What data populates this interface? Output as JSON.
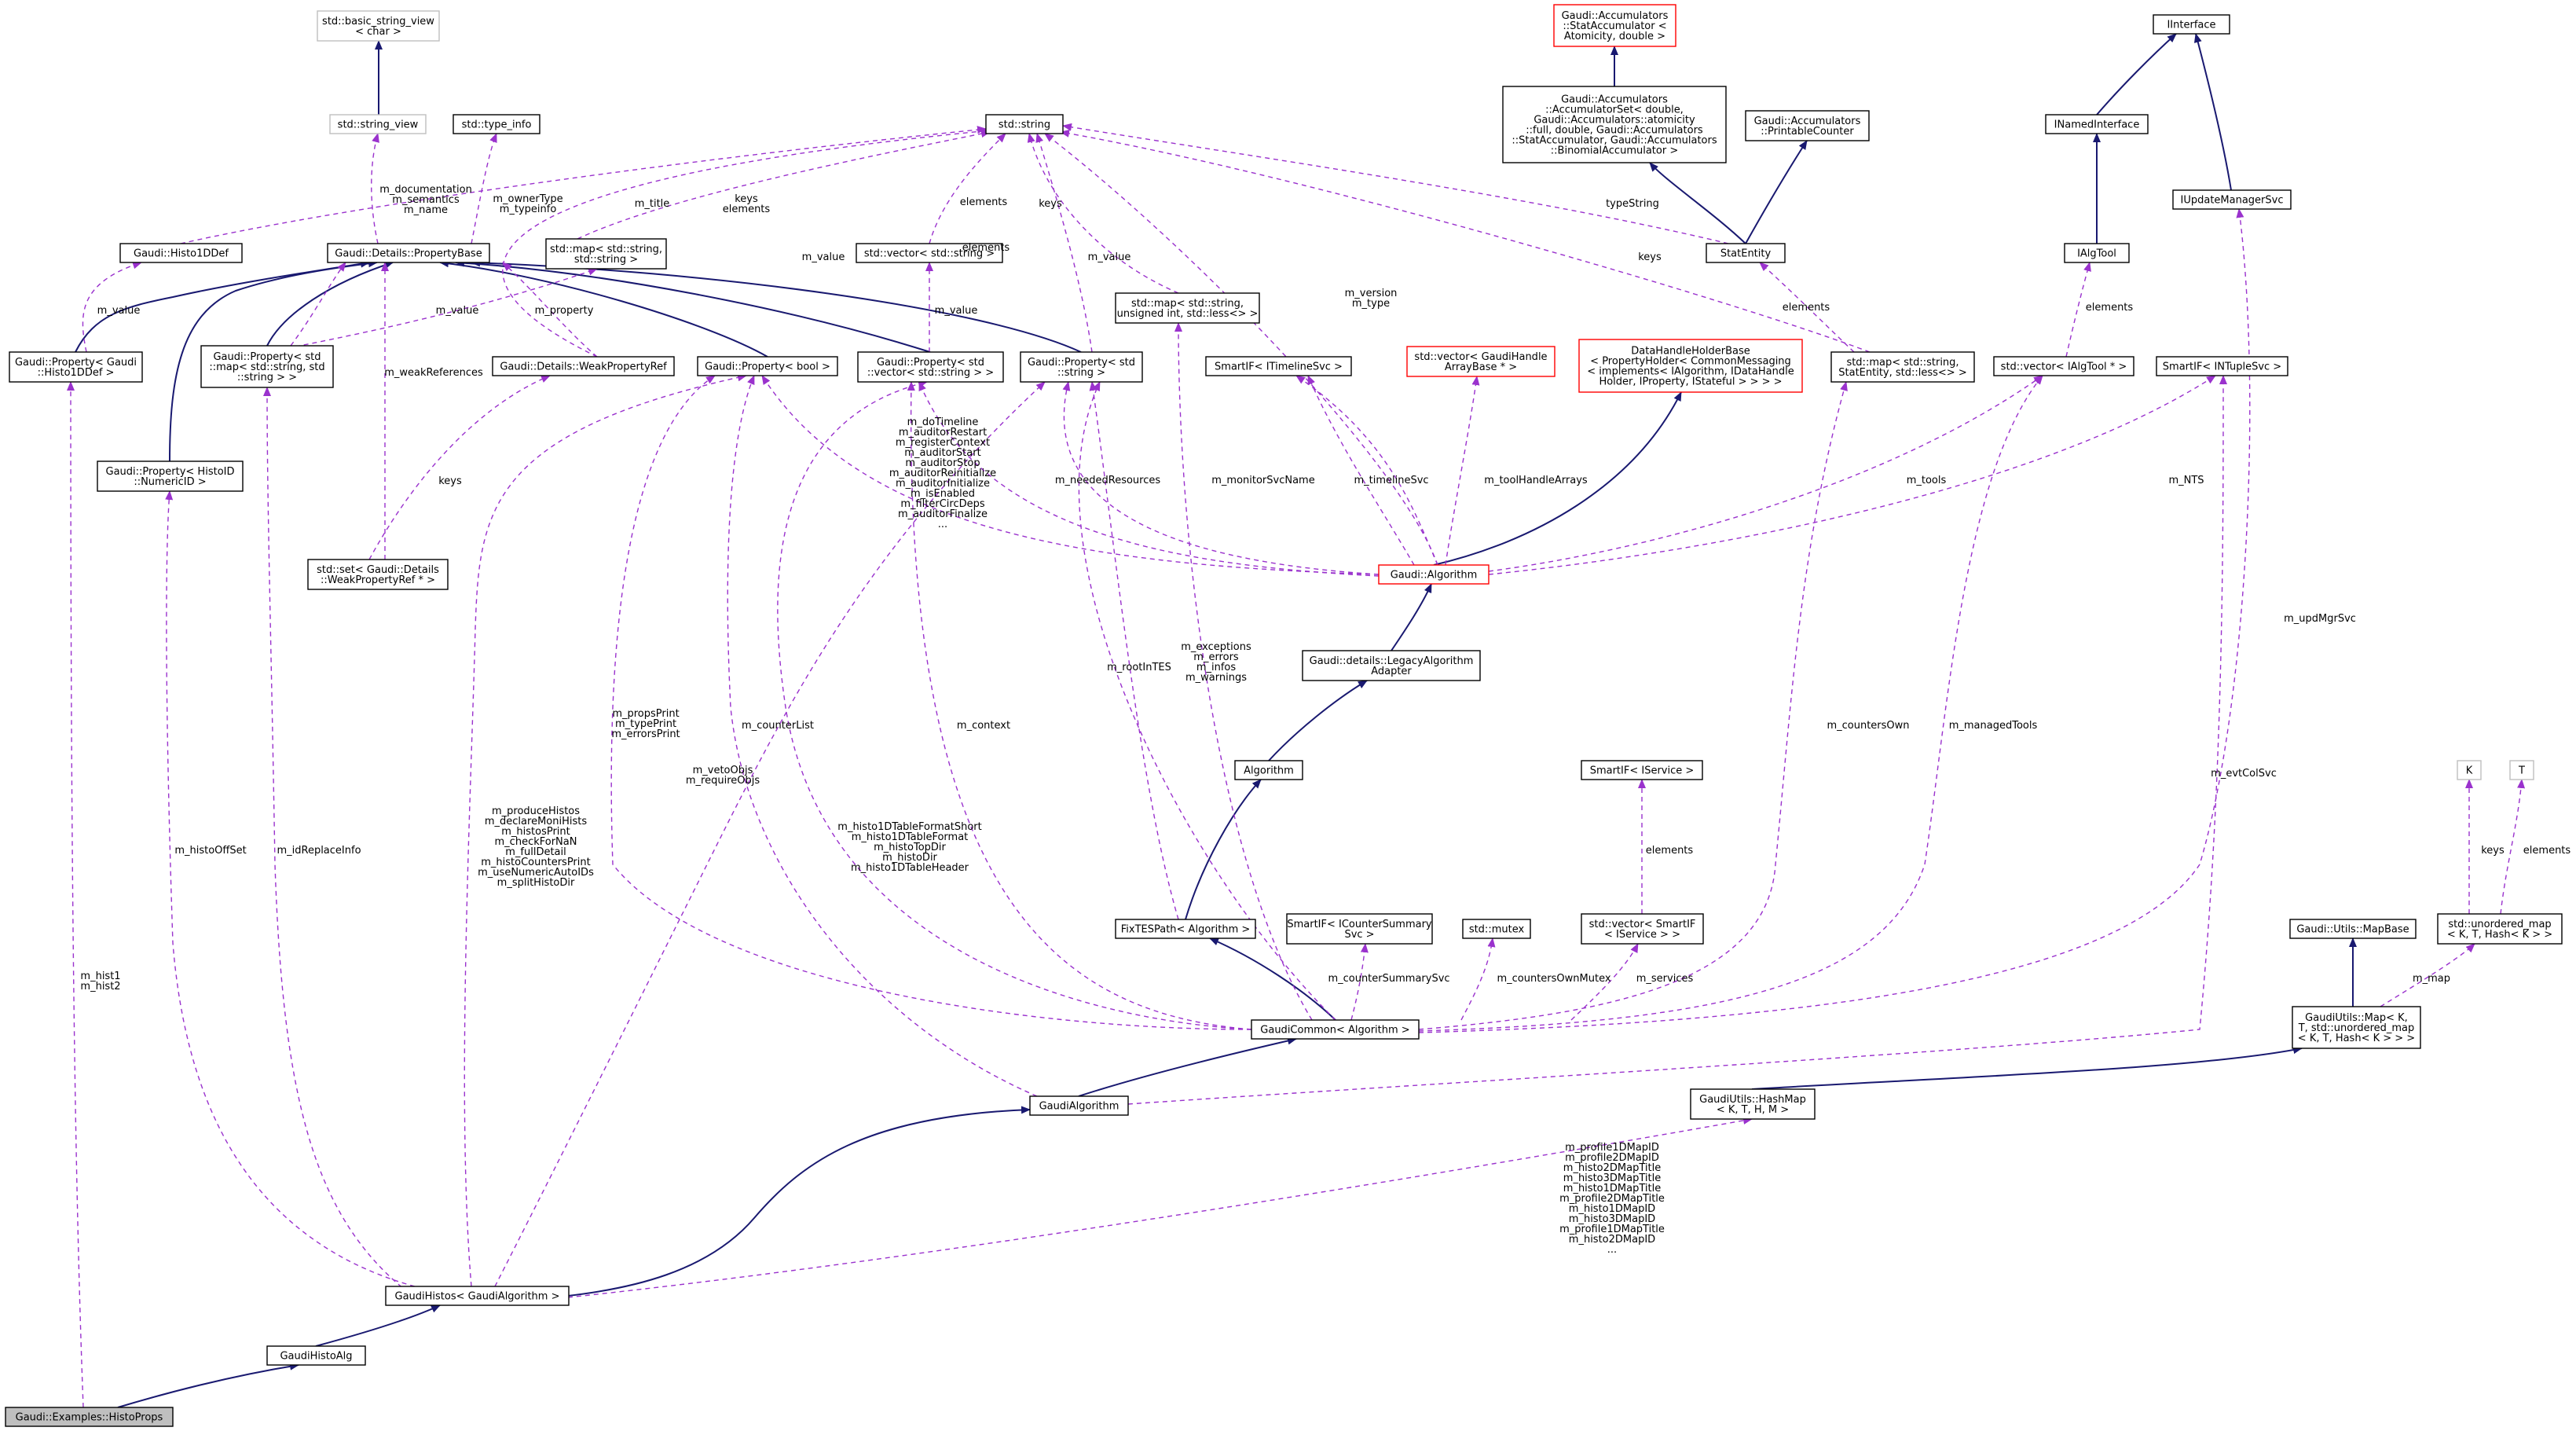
{
  "colors": {
    "inherit": "#191970",
    "member": "#9a32cd",
    "box_normal": "#000000",
    "box_red": "#ff0000",
    "box_gray": "#bfbfbf",
    "highlight_fill": "#bfbfbf"
  },
  "nodes": [
    {
      "id": "bsv",
      "lines": [
        "std::basic_string_view",
        "< char >"
      ]
    },
    {
      "id": "sv",
      "lines": [
        "std::string_view"
      ]
    },
    {
      "id": "ti",
      "lines": [
        "std::type_info"
      ]
    },
    {
      "id": "str",
      "lines": [
        "std::string"
      ]
    },
    {
      "id": "sacc",
      "lines": [
        "Gaudi::Accumulators",
        "::StatAccumulator <",
        "Atomicity, double >"
      ]
    },
    {
      "id": "aset",
      "lines": [
        "Gaudi::Accumulators",
        "::AccumulatorSet< double,",
        "Gaudi::Accumulators::atomicity",
        "::full, double, Gaudi::Accumulators",
        "::StatAccumulator, Gaudi::Accumulators",
        "::BinomialAccumulator >"
      ]
    },
    {
      "id": "pcnt",
      "lines": [
        "Gaudi::Accumulators",
        "::PrintableCounter"
      ]
    },
    {
      "id": "iif",
      "lines": [
        "IInterface"
      ]
    },
    {
      "id": "inif",
      "lines": [
        "INamedInterface"
      ]
    },
    {
      "id": "iupd",
      "lines": [
        "IUpdateManagerSvc"
      ]
    },
    {
      "id": "ialg",
      "lines": [
        "IAlgTool"
      ]
    },
    {
      "id": "h1d",
      "lines": [
        "Gaudi::Histo1DDef"
      ]
    },
    {
      "id": "pb",
      "lines": [
        "Gaudi::Details::PropertyBase"
      ]
    },
    {
      "id": "mapss",
      "lines": [
        "std::map< std::string,",
        "std::string >"
      ]
    },
    {
      "id": "vecs",
      "lines": [
        "std::vector< std::string >"
      ]
    },
    {
      "id": "mapsu",
      "lines": [
        "std::map< std::string,",
        "unsigned int, std::less<> >"
      ]
    },
    {
      "id": "se",
      "lines": [
        "StatEntity"
      ]
    },
    {
      "id": "mapse",
      "lines": [
        "std::map< std::string,",
        "StatEntity, std::less<> >"
      ]
    },
    {
      "id": "vtool",
      "lines": [
        "std::vector< IAlgTool * >"
      ]
    },
    {
      "id": "ntsvc",
      "lines": [
        "SmartIF< INTupleSvc >"
      ]
    },
    {
      "id": "ph1d",
      "lines": [
        "Gaudi::Property< Gaudi",
        "::Histo1DDef >"
      ]
    },
    {
      "id": "pmap",
      "lines": [
        "Gaudi::Property< std",
        "::map< std::string, std",
        "::string > >"
      ]
    },
    {
      "id": "wpr",
      "lines": [
        "Gaudi::Details::WeakPropertyRef"
      ]
    },
    {
      "id": "pbool",
      "lines": [
        "Gaudi::Property< bool >"
      ]
    },
    {
      "id": "pvec",
      "lines": [
        "Gaudi::Property< std",
        "::vector< std::string > >"
      ]
    },
    {
      "id": "pstr",
      "lines": [
        "Gaudi::Property< std",
        "::string >"
      ]
    },
    {
      "id": "tlsvc",
      "lines": [
        "SmartIF< ITimelineSvc >"
      ]
    },
    {
      "id": "vgh",
      "lines": [
        "std::vector< GaudiHandle",
        "ArrayBase * >"
      ]
    },
    {
      "id": "dhh",
      "lines": [
        "DataHandleHolderBase",
        "< PropertyHolder< CommonMessaging",
        "< implements< IAlgorithm, IDataHandle",
        "Holder, IProperty, IStateful > > > >"
      ]
    },
    {
      "id": "pnid",
      "lines": [
        "Gaudi::Property< HistoID",
        "::NumericID >"
      ]
    },
    {
      "id": "setw",
      "lines": [
        "std::set< Gaudi::Details",
        "::WeakPropertyRef * >"
      ]
    },
    {
      "id": "galg",
      "lines": [
        "Gaudi::Algorithm"
      ]
    },
    {
      "id": "lad",
      "lines": [
        "Gaudi::details::LegacyAlgorithm",
        "Adapter"
      ]
    },
    {
      "id": "alg",
      "lines": [
        "Algorithm"
      ]
    },
    {
      "id": "sisvc",
      "lines": [
        "SmartIF< IService >"
      ]
    },
    {
      "id": "kk",
      "lines": [
        "K"
      ]
    },
    {
      "id": "tt",
      "lines": [
        "T"
      ]
    },
    {
      "id": "fix",
      "lines": [
        "FixTESPath< Algorithm >"
      ]
    },
    {
      "id": "ccs",
      "lines": [
        "SmartIF< ICounterSummary",
        "Svc >"
      ]
    },
    {
      "id": "mtx",
      "lines": [
        "std::mutex"
      ]
    },
    {
      "id": "vsi",
      "lines": [
        "std::vector< SmartIF",
        "< IService > >"
      ]
    },
    {
      "id": "umap",
      "lines": [
        "std::unordered_map",
        "< K, T, Hash< K > >"
      ]
    },
    {
      "id": "mapb",
      "lines": [
        "Gaudi::Utils::MapBase"
      ]
    },
    {
      "id": "gcom",
      "lines": [
        "GaudiCommon< Algorithm >"
      ]
    },
    {
      "id": "gmap",
      "lines": [
        "GaudiUtils::Map< K,",
        "T, std::unordered_map",
        "< K, T, Hash< K > > >"
      ]
    },
    {
      "id": "galgo",
      "lines": [
        "GaudiAlgorithm"
      ]
    },
    {
      "id": "hmap",
      "lines": [
        "GaudiUtils::HashMap",
        "< K, T, H, M >"
      ]
    },
    {
      "id": "ghis",
      "lines": [
        "GaudiHistos< GaudiAlgorithm >"
      ]
    },
    {
      "id": "gha",
      "lines": [
        "GaudiHistoAlg"
      ]
    },
    {
      "id": "hp",
      "lines": [
        "Gaudi::Examples::HistoProps"
      ]
    }
  ],
  "edge_labels": [
    {
      "id": "l1",
      "lines": [
        "m_documentation",
        "m_semantics",
        "m_name"
      ]
    },
    {
      "id": "l2",
      "lines": [
        "m_ownerType",
        "m_typeinfo"
      ]
    },
    {
      "id": "l3",
      "lines": [
        "m_title"
      ]
    },
    {
      "id": "l4",
      "lines": [
        "keys",
        "elements"
      ]
    },
    {
      "id": "l5",
      "lines": [
        "elements"
      ]
    },
    {
      "id": "l6",
      "lines": [
        "keys"
      ]
    },
    {
      "id": "l7",
      "lines": [
        "m_value"
      ]
    },
    {
      "id": "l8",
      "lines": [
        "m_value"
      ]
    },
    {
      "id": "l9",
      "lines": [
        "m_version",
        "m_type"
      ]
    },
    {
      "id": "l10",
      "lines": [
        "typeString"
      ]
    },
    {
      "id": "l11",
      "lines": [
        "keys"
      ]
    },
    {
      "id": "l12",
      "lines": [
        "elements"
      ]
    },
    {
      "id": "l13",
      "lines": [
        "elements"
      ]
    },
    {
      "id": "l14",
      "lines": [
        "m_value"
      ]
    },
    {
      "id": "l15",
      "lines": [
        "m_value"
      ]
    },
    {
      "id": "l16",
      "lines": [
        "m_property"
      ]
    },
    {
      "id": "l17",
      "lines": [
        "m_value"
      ]
    },
    {
      "id": "l18",
      "lines": [
        "m_weakReferences"
      ]
    },
    {
      "id": "l19",
      "lines": [
        "keys"
      ]
    },
    {
      "id": "l20",
      "lines": [
        "m_doTimeline",
        "m_auditorRestart",
        "m_registerContext",
        "m_auditorStart",
        "m_auditorStop",
        "m_auditorReinitialize",
        "m_auditorInitialize",
        "m_isEnabled",
        "m_filterCircDeps",
        "m_auditorFinalize",
        "..."
      ]
    },
    {
      "id": "l21",
      "lines": [
        "m_neededResources"
      ]
    },
    {
      "id": "l22",
      "lines": [
        "m_monitorSvcName"
      ]
    },
    {
      "id": "l23",
      "lines": [
        "m_timelineSvc"
      ]
    },
    {
      "id": "l24",
      "lines": [
        "m_toolHandleArrays"
      ]
    },
    {
      "id": "l25",
      "lines": [
        "m_tools"
      ]
    },
    {
      "id": "l26",
      "lines": [
        "m_NTS"
      ]
    },
    {
      "id": "l27",
      "lines": [
        "m_exceptions",
        "m_errors",
        "m_infos",
        "m_warnings"
      ]
    },
    {
      "id": "l28",
      "lines": [
        "m_rootInTES"
      ]
    },
    {
      "id": "l29",
      "lines": [
        "m_context"
      ]
    },
    {
      "id": "l30",
      "lines": [
        "m_counterList"
      ]
    },
    {
      "id": "l31",
      "lines": [
        "m_propsPrint",
        "m_typePrint",
        "m_errorsPrint"
      ]
    },
    {
      "id": "l32",
      "lines": [
        "m_vetoObjs",
        "m_requireObjs"
      ]
    },
    {
      "id": "l33",
      "lines": [
        "m_histo1DTableFormatShort",
        "m_histo1DTableFormat",
        "m_histoTopDir",
        "m_histoDir",
        "m_histo1DTableHeader"
      ]
    },
    {
      "id": "l34",
      "lines": [
        "m_produceHistos",
        "m_declareMoniHists",
        "m_histosPrint",
        "m_checkForNaN",
        "m_fullDetail",
        "m_histoCountersPrint",
        "m_useNumericAutoIDs",
        "m_splitHistoDir"
      ]
    },
    {
      "id": "l35",
      "lines": [
        "m_histoOffSet"
      ]
    },
    {
      "id": "l36",
      "lines": [
        "m_idReplaceInfo"
      ]
    },
    {
      "id": "l37",
      "lines": [
        "m_hist1",
        "m_hist2"
      ]
    },
    {
      "id": "l38",
      "lines": [
        "m_countersOwn"
      ]
    },
    {
      "id": "l39",
      "lines": [
        "m_managedTools"
      ]
    },
    {
      "id": "l40",
      "lines": [
        "m_evtColSvc"
      ]
    },
    {
      "id": "l41",
      "lines": [
        "m_updMgrSvc"
      ]
    },
    {
      "id": "l42",
      "lines": [
        "m_counterSummarySvc"
      ]
    },
    {
      "id": "l43",
      "lines": [
        "m_countersOwnMutex"
      ]
    },
    {
      "id": "l44",
      "lines": [
        "m_services"
      ]
    },
    {
      "id": "l45",
      "lines": [
        "elements"
      ]
    },
    {
      "id": "l46",
      "lines": [
        "keys"
      ]
    },
    {
      "id": "l47",
      "lines": [
        "elements"
      ]
    },
    {
      "id": "l48",
      "lines": [
        "m_map"
      ]
    },
    {
      "id": "l49",
      "lines": [
        "m_profile1DMapID",
        "m_profile2DMapID",
        "m_histo2DMapTitle",
        "m_histo3DMapTitle",
        "m_histo1DMapTitle",
        "m_profile2DMapTitle",
        "m_histo1DMapID",
        "m_histo3DMapID",
        "m_profile1DMapTitle",
        "m_histo2DMapID",
        "..."
      ]
    },
    {
      "id": "l50",
      "lines": [
        "elements"
      ]
    }
  ]
}
